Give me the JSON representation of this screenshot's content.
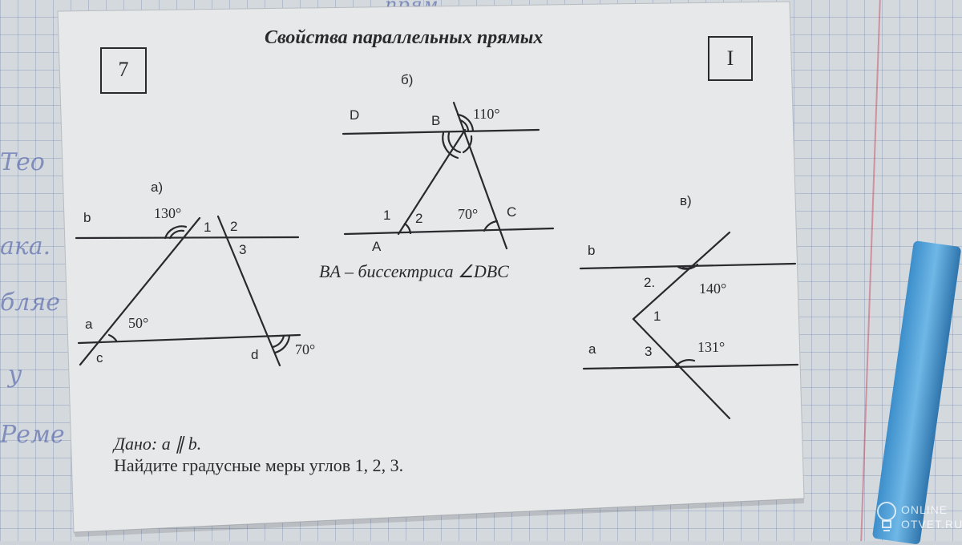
{
  "worksheet": {
    "title": "Свойства параллельных прямых",
    "card_number": "7",
    "variant": "I",
    "figure_a": {
      "label": "а)",
      "lines": {
        "b": "b",
        "a": "a",
        "c": "c",
        "d": "d"
      },
      "angles": {
        "top_left": "130°",
        "bottom_left": "50°",
        "bottom_right": "70°"
      },
      "numbers": {
        "n1": "1",
        "n2": "2",
        "n3": "3"
      }
    },
    "figure_b": {
      "label": "б)",
      "points": {
        "D": "D",
        "B": "B",
        "A": "A",
        "C": "C"
      },
      "angles": {
        "top": "110°",
        "right": "70°"
      },
      "numbers": {
        "n1": "1",
        "n2": "2"
      },
      "bisector_text": "BA – биссектриса ∠DBC"
    },
    "figure_c": {
      "label": "в)",
      "lines": {
        "b": "b",
        "a": "a"
      },
      "angles": {
        "top": "140°",
        "bottom": "131°"
      },
      "numbers": {
        "n1": "1",
        "n2": "2.",
        "n3": "3"
      }
    },
    "given": "Дано: a ∥ b.",
    "task": "Найдите градусные меры углов 1, 2, 3."
  },
  "background": {
    "handwriting": [
      "Тео",
      "ака.",
      "бляе",
      "у",
      "Реме",
      "прям"
    ],
    "watermark_line1": "ONLINE",
    "watermark_line2": "OTVET.RU"
  },
  "colors": {
    "paper": "#e7e9ea",
    "ink": "#2a2a2e",
    "grid": "#5a6ea0",
    "pen": "#3c8ecb"
  }
}
